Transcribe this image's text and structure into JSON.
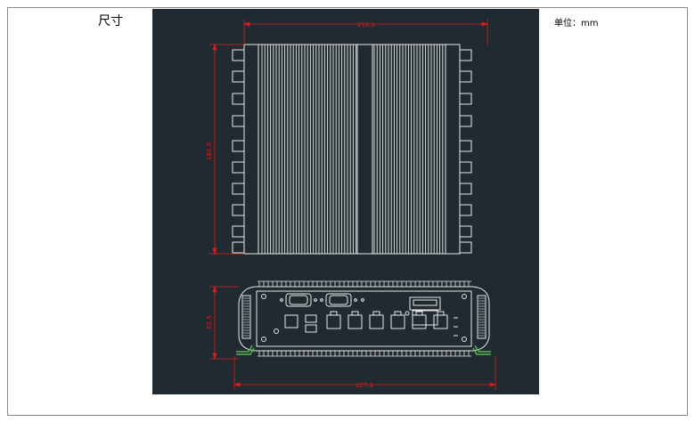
{
  "page": {
    "title": "尺寸",
    "unit_label": "单位：mm"
  },
  "drawing": {
    "dimensions": {
      "top_width": "218.1",
      "top_height": "181.0",
      "front_height": "62.5",
      "base_width": "227.1"
    },
    "colors": {
      "background": "#212a30",
      "outline": "#e8e8e8",
      "dimension": "#d81e1e",
      "bracket": "#59b454"
    },
    "front_ports": {
      "serial_ports": 2,
      "lan_ports": 6,
      "usb_ports": 2,
      "sim_slot": 1
    }
  }
}
